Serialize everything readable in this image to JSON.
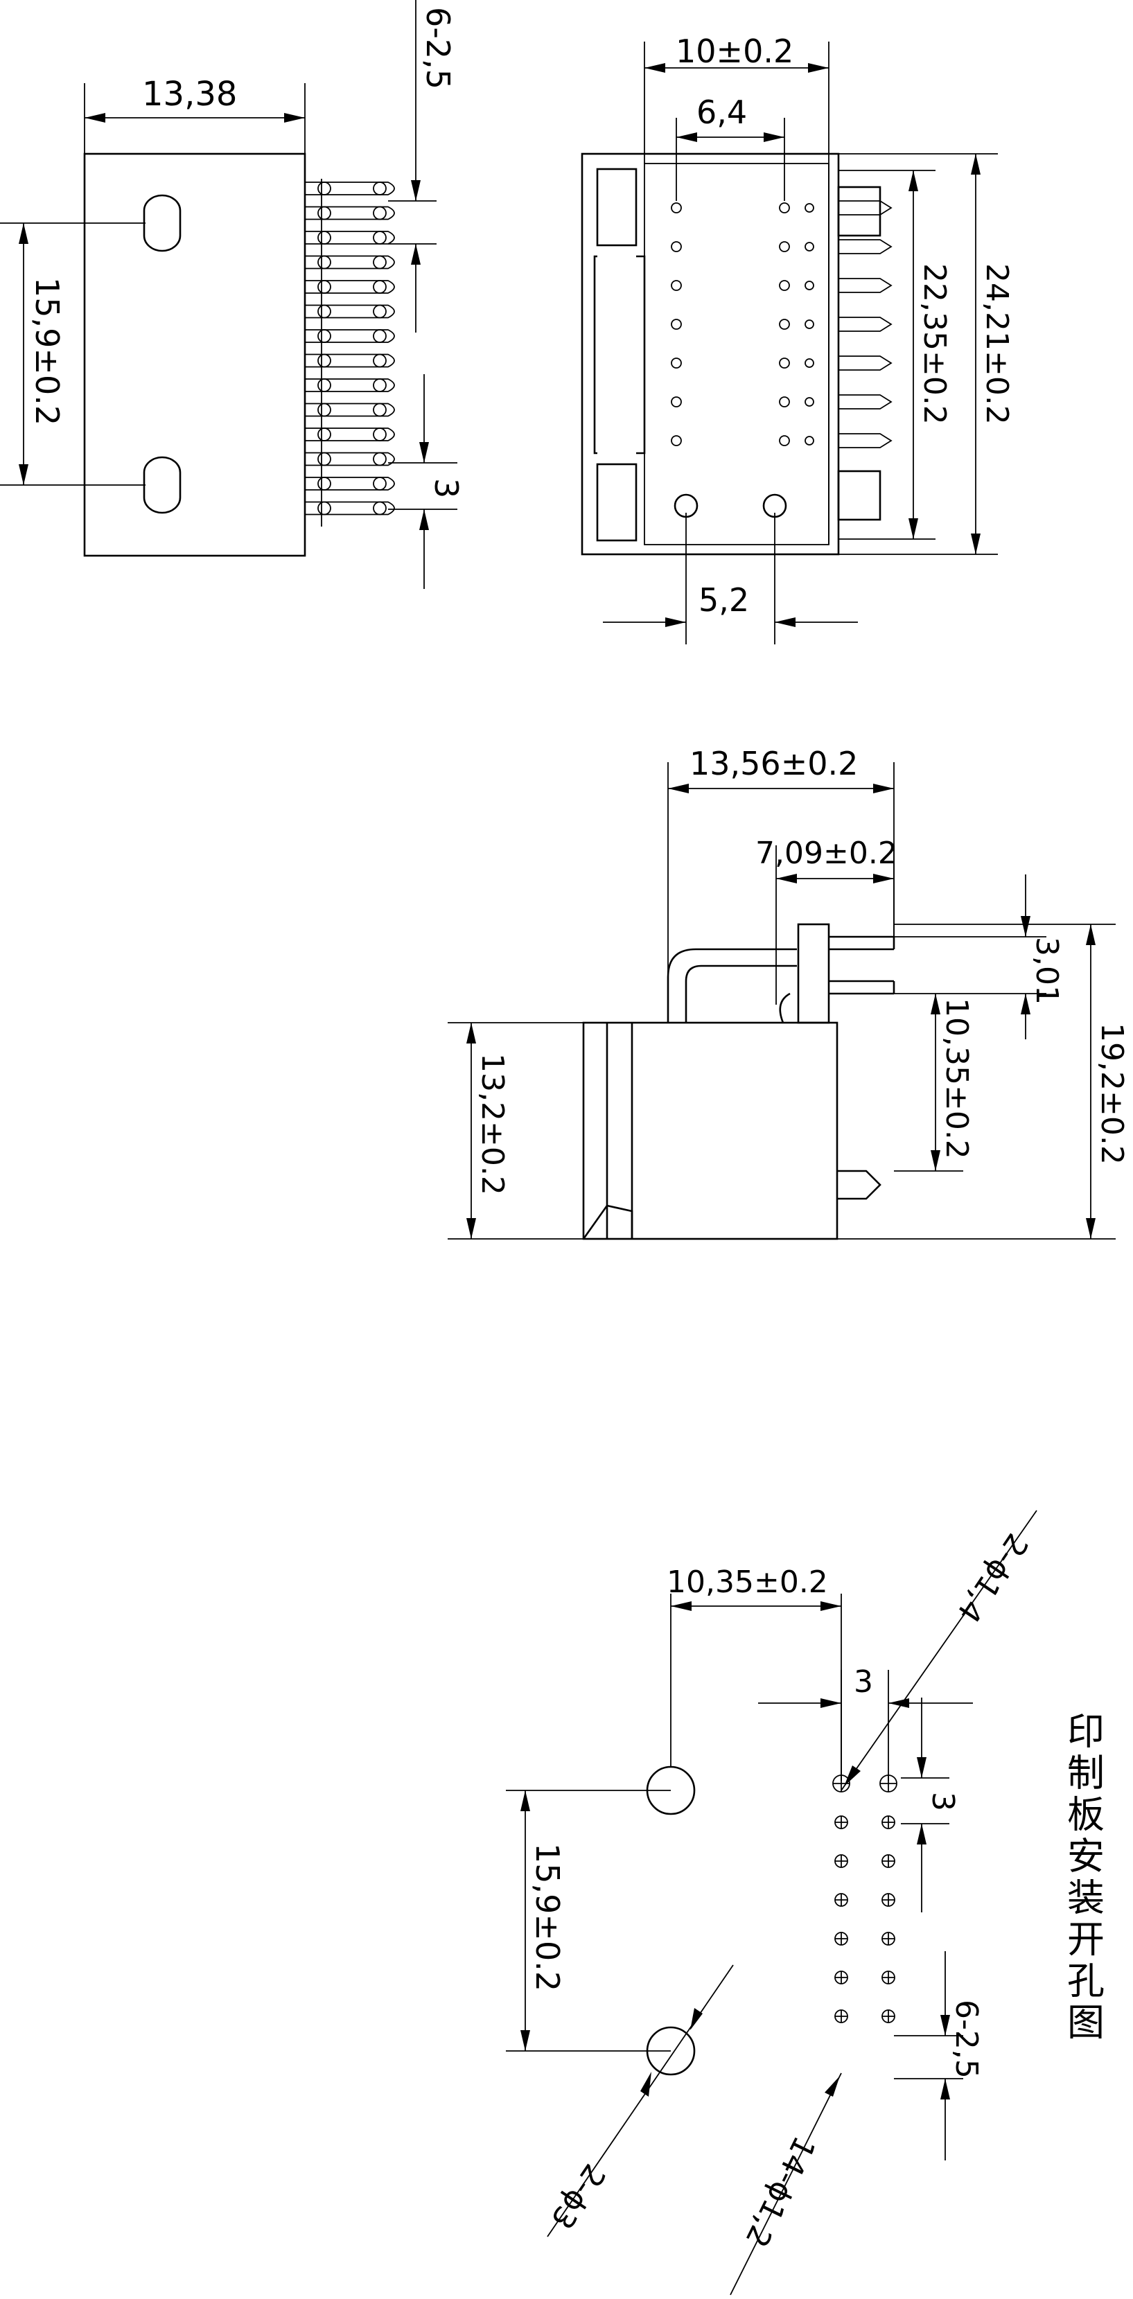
{
  "drawing": {
    "views": {
      "front": {
        "width_label": "13,38",
        "height_label": "15,9±0.2",
        "pin_pitch_label": "6-2,5",
        "pin_offset_label": "3"
      },
      "top": {
        "outer_width_label": "10±0.2",
        "inner_width_label": "6,4",
        "bottom_spacing_label": "5,2",
        "inner_height_label": "22,35±0.2",
        "outer_height_label": "24,21±0.2"
      },
      "side": {
        "overall_length_label": "13,56±0.2",
        "pin_length_label": "7,09±0.2",
        "pin_height_label": "3,01",
        "body_offset_label": "10,35±0.2",
        "total_height_label": "19,2±0.2",
        "body_height_label": "13,2±0.2"
      },
      "pcb_layout": {
        "title": "印制板安装开孔图",
        "offset_label": "10,35±0.2",
        "col_pitch_label": "3",
        "row_pitch_label": "3",
        "hole_spacing_label": "15,9±0.2",
        "pitch_label": "6-2,5",
        "small_holes_label": "2-ϕ1,4",
        "large_holes_label": "2-ϕ3",
        "pin_holes_label": "14-ϕ1,2"
      }
    }
  }
}
